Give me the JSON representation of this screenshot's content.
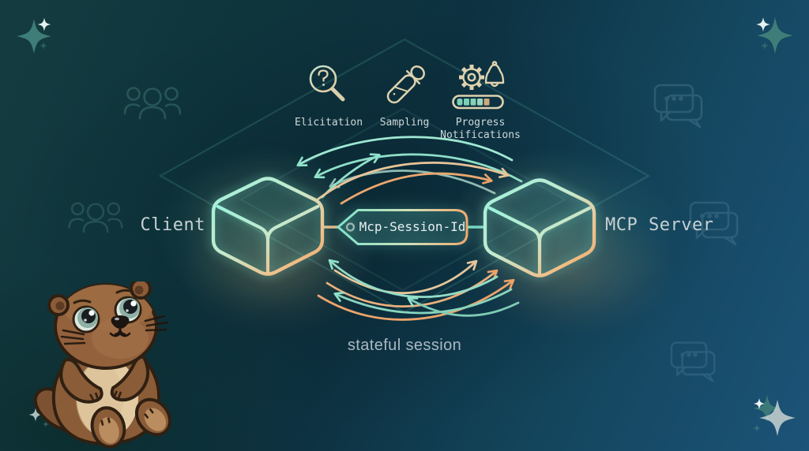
{
  "diagram": {
    "client": {
      "label": "Client"
    },
    "server": {
      "label": "MCP Server"
    },
    "session_tag": {
      "label": "Mcp-Session-Id"
    },
    "caption": "stateful session",
    "features": [
      {
        "label": "Elicitation",
        "icon": "magnifier-question-icon"
      },
      {
        "label": "Sampling",
        "icon": "dropper-icon"
      },
      {
        "label": "Progress Notifications",
        "icon": "gear-bell-progress-icon"
      }
    ]
  },
  "decorations": {
    "mascot": "otter-mascot",
    "background_icons": [
      "people-group-icon",
      "chat-bubbles-icon",
      "sparkle-icon"
    ]
  },
  "colors": {
    "teal_accent": "#7fe0c8",
    "orange_accent": "#f0a468",
    "label_text": "#c6d1d3",
    "caption_text": "#a9b8c3",
    "tag_text": "#e7eeef",
    "bg_teal": "#0e3440",
    "bg_blue": "#1c5378"
  }
}
